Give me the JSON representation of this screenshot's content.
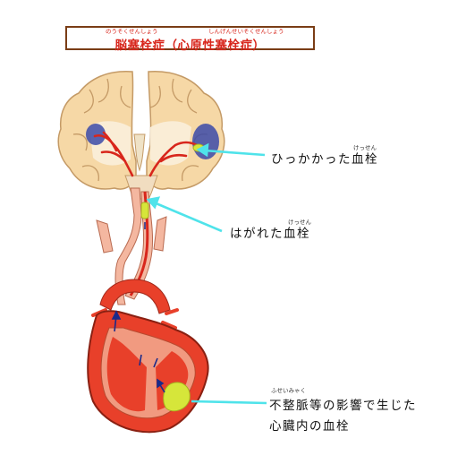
{
  "title": {
    "text": "脳塞栓症（心原性塞栓症）",
    "ruby_1": "のうそくせんしょう",
    "ruby_2": "しんげんせいそくせんしょう",
    "text_color": "#d8261c",
    "border_color": "#7a3d16"
  },
  "labels": {
    "stuck_clot": {
      "text": "ひっかかった血栓",
      "ruby": "けっせん"
    },
    "detached_clot": {
      "text": "はがれた血栓",
      "ruby": "けっせん"
    },
    "heart_clot": {
      "line1": "不整脈等の影響で生じた",
      "line2": "心臓内の血栓",
      "ruby": "ふせいみゃく"
    }
  },
  "colors": {
    "pointer_line": "#4fe3ea",
    "brain_cortex": "#f6d8a6",
    "artery": "#d8261c",
    "ischemic_area": "#3b4aa8",
    "vessel_pink": "#f4b7a0",
    "heart_red": "#e8402a",
    "clot_yellow": "#d6e63a"
  }
}
